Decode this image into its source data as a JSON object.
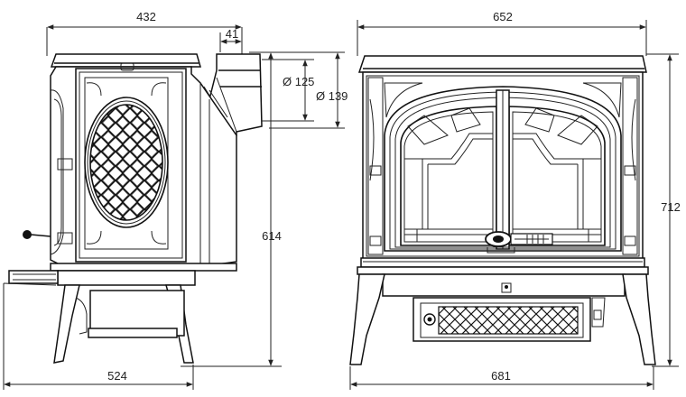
{
  "drawing": {
    "side_view": {
      "top_width": "432",
      "flue_offset": "41",
      "flue_diameter_inner": "Ø 125",
      "flue_diameter_outer": "Ø 139",
      "flue_height": "614",
      "base_depth": "524"
    },
    "front_view": {
      "top_width": "652",
      "total_height": "712",
      "base_width": "681"
    }
  }
}
